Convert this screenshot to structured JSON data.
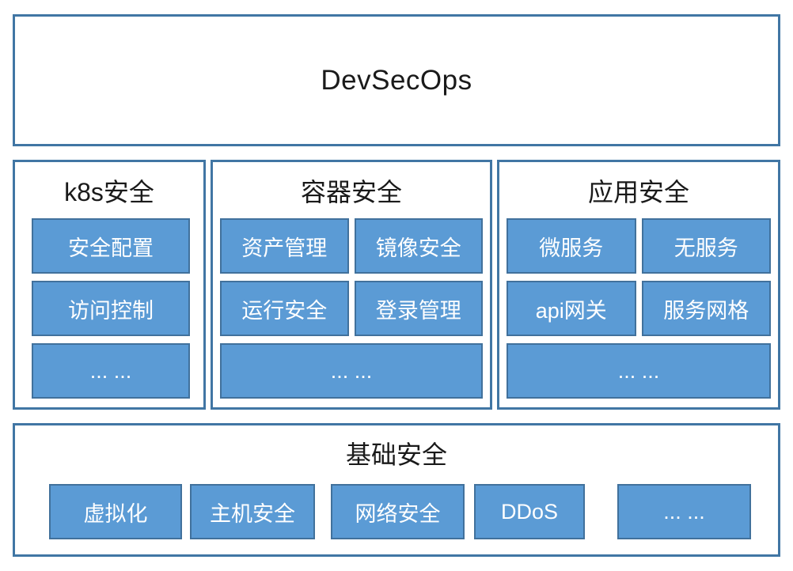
{
  "title": "DevSecOps",
  "colors": {
    "page_bg": "#FFFFFF",
    "box_fill": "#5B9BD5",
    "box_border": "#41719C",
    "container_border": "#4176A4",
    "text_on_blue": "#FFFFFF",
    "heading_text": "#1A1A1A"
  },
  "columns": [
    {
      "header": "k8s安全",
      "items": [
        "安全配置",
        "访问控制",
        "... ..."
      ]
    },
    {
      "header": "容器安全",
      "items": [
        "资产管理",
        "镜像安全",
        "运行安全",
        "登录管理",
        "... ..."
      ]
    },
    {
      "header": "应用安全",
      "items": [
        "微服务",
        "无服务",
        "api网关",
        "服务网格",
        "... ..."
      ]
    }
  ],
  "base": {
    "header": "基础安全",
    "items": [
      "虚拟化",
      "主机安全",
      "网络安全",
      "DDoS",
      "... ..."
    ]
  }
}
